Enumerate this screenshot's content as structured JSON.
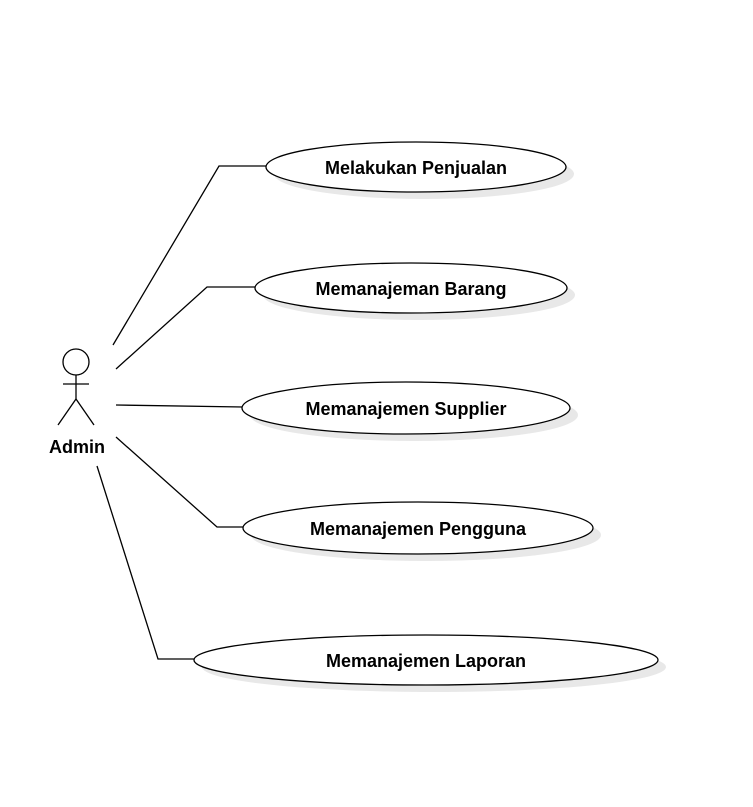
{
  "actor": {
    "name": "Admin"
  },
  "use_cases": [
    {
      "label": "Melakukan Penjualan"
    },
    {
      "label": "Memanajeman Barang"
    },
    {
      "label": "Memanajemen Supplier"
    },
    {
      "label": "Memanajemen Pengguna"
    },
    {
      "label": "Memanajemen Laporan"
    }
  ],
  "colors": {
    "stroke": "#000000",
    "fill": "#ffffff",
    "shadow": "#e6e6e6",
    "text": "#000000"
  }
}
